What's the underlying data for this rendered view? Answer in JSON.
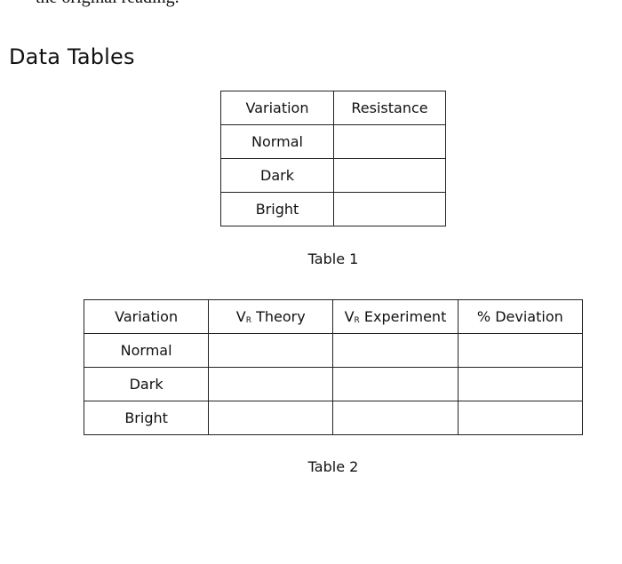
{
  "cut_text": "the original reading.",
  "title": "Data Tables",
  "table1": {
    "headers": [
      "Variation",
      "Resistance"
    ],
    "rows": [
      "Normal",
      "Dark",
      "Bright"
    ],
    "caption": "Table 1"
  },
  "table2": {
    "headers": [
      "Variation",
      "Theory",
      "Experiment",
      "% Deviation"
    ],
    "subscript_v": "V",
    "subscript_r": "R",
    "rows": [
      "Normal",
      "Dark",
      "Bright"
    ],
    "caption": "Table 2"
  }
}
